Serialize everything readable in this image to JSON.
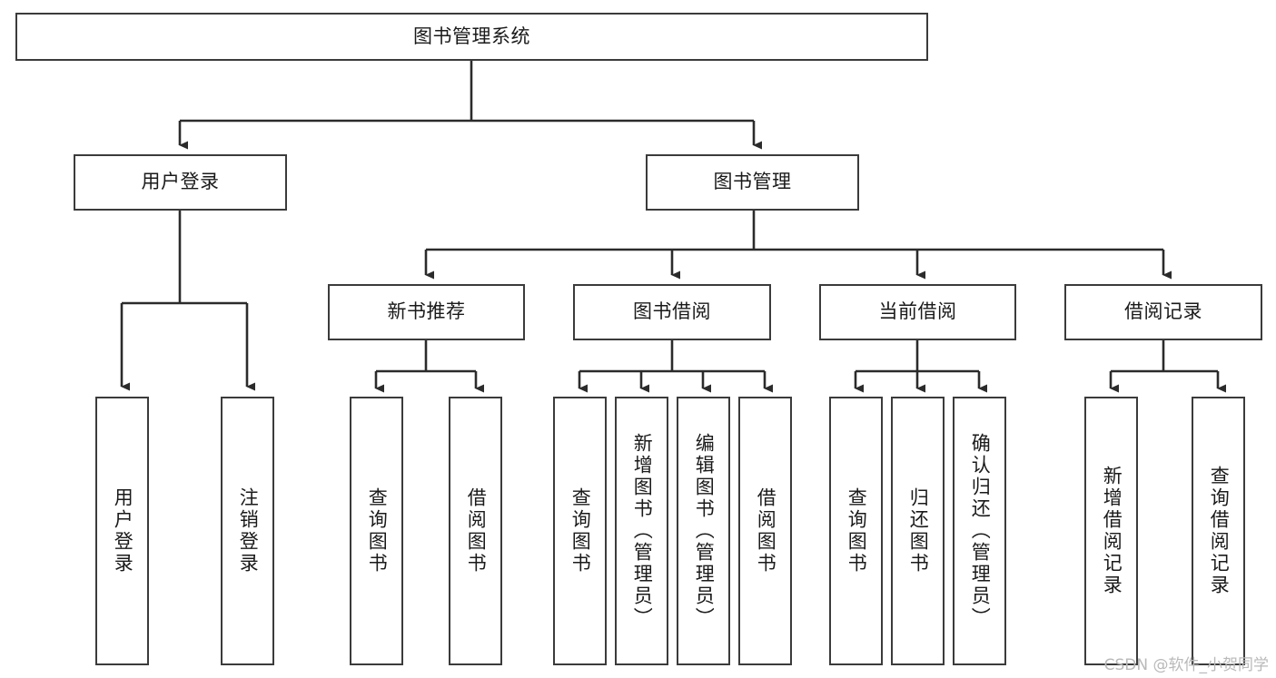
{
  "diagram": {
    "title": "图书管理系统",
    "type": "tree",
    "colors": {
      "box_border": "#3b3b3b",
      "box_fill": "#ffffff",
      "edge": "#2b2b2b",
      "text": "#1a1a1a",
      "watermark": "#b9b9b9",
      "background": "#ffffff"
    },
    "watermark": "CSDN @软件_小贺同学",
    "nodes": {
      "root": {
        "label": "图书管理系统"
      },
      "level2": [
        {
          "label": "用户登录"
        },
        {
          "label": "图书管理"
        }
      ],
      "level3": [
        {
          "label": "新书推荐"
        },
        {
          "label": "图书借阅"
        },
        {
          "label": "当前借阅"
        },
        {
          "label": "借阅记录"
        }
      ],
      "leaves_user_login": [
        {
          "label": "用户登录"
        },
        {
          "label": "注销登录"
        }
      ],
      "leaves_new_book": [
        {
          "label": "查询图书"
        },
        {
          "label": "借阅图书"
        }
      ],
      "leaves_borrow": [
        {
          "label": "查询图书"
        },
        {
          "label": "新增图书（管理员）"
        },
        {
          "label": "编辑图书（管理员）"
        },
        {
          "label": "借阅图书"
        }
      ],
      "leaves_current": [
        {
          "label": "查询图书"
        },
        {
          "label": "归还图书"
        },
        {
          "label": "确认归还（管理员）"
        }
      ],
      "leaves_record": [
        {
          "label": "新增借阅记录"
        },
        {
          "label": "查询借阅记录"
        }
      ]
    }
  }
}
